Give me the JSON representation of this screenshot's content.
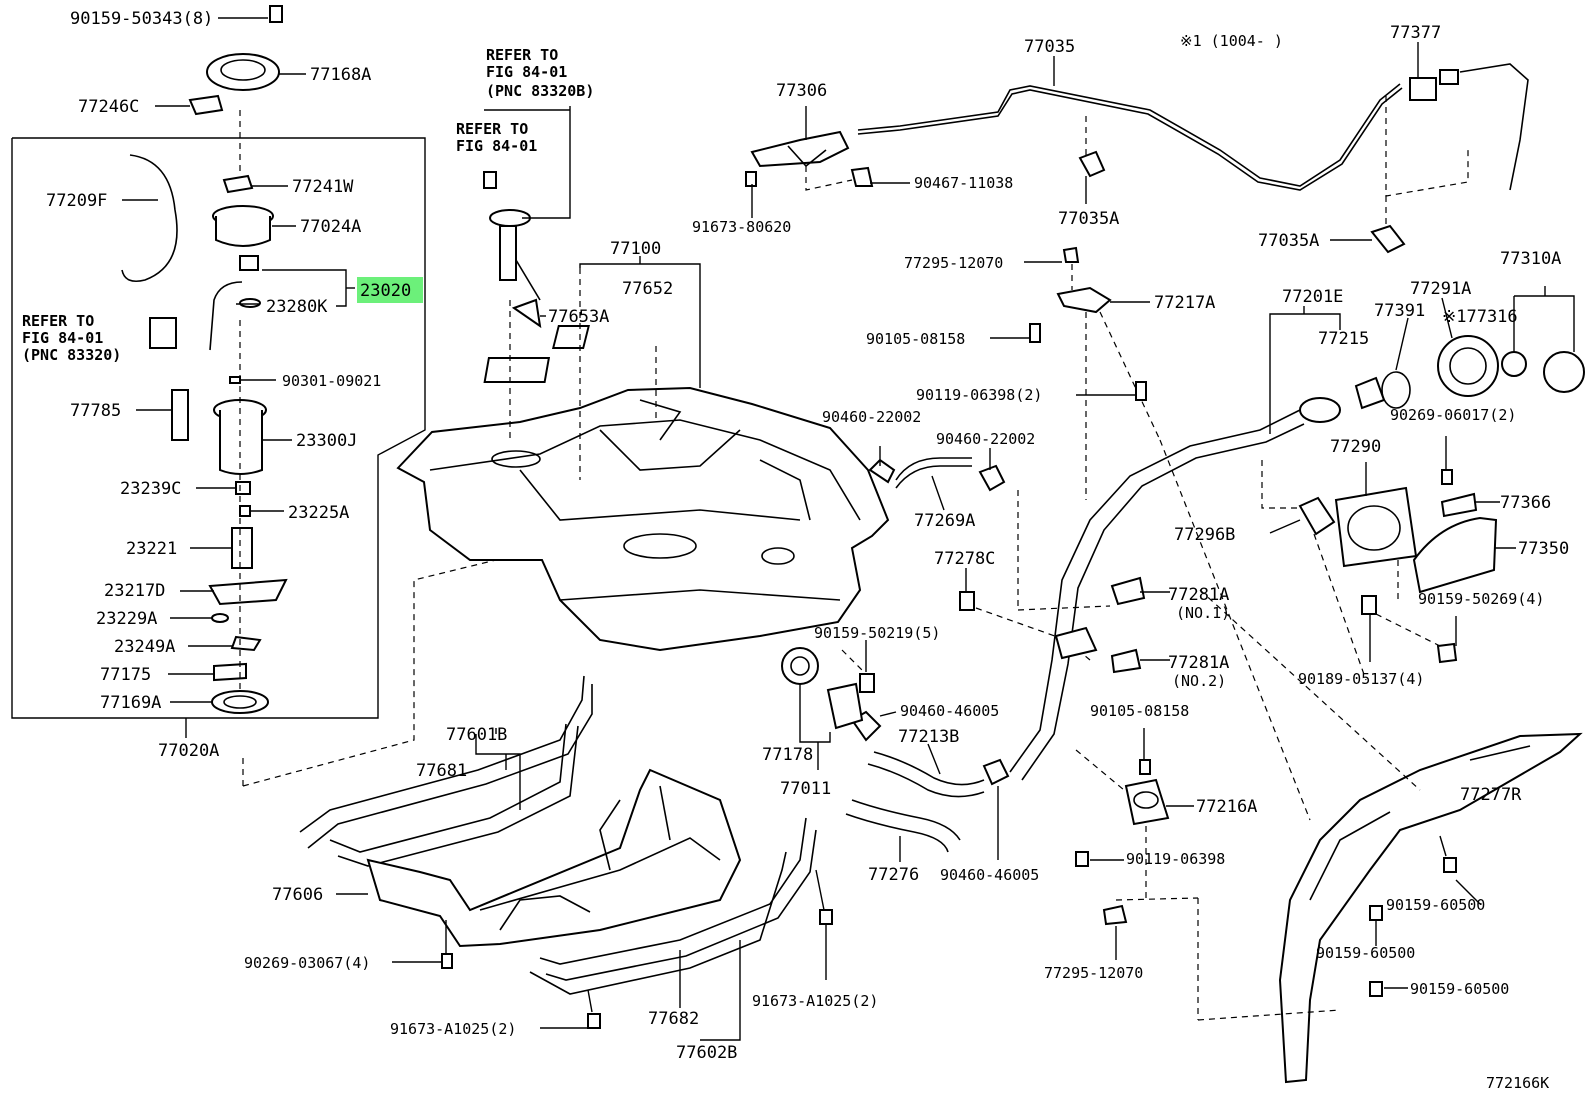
{
  "diagram": {
    "figure_id": "772166K",
    "note": "※1 (1004-      )",
    "highlight_color": "#6cf07a",
    "references": [
      [
        "REFER TO",
        "FIG 84-01",
        "(PNC 83320B)"
      ],
      [
        "REFER TO",
        "FIG 84-01"
      ],
      [
        "REFER TO",
        "FIG 84-01",
        "(PNC 83320)"
      ]
    ],
    "labels": {
      "p90159_50343": "90159-50343(8)",
      "p77168A": "77168A",
      "p77246C": "77246C",
      "p77209F": "77209F",
      "p77241W": "77241W",
      "p77024A": "77024A",
      "p23020": "23020",
      "p23280K": "23280K",
      "p90301_09021": "90301-09021",
      "p77785": "77785",
      "p23300J": "23300J",
      "p23239C": "23239C",
      "p23225A": "23225A",
      "p23221": "23221",
      "p23217D": "23217D",
      "p23229A": "23229A",
      "p23249A": "23249A",
      "p77175": "77175",
      "p77169A": "77169A",
      "p77020A": "77020A",
      "p77100": "77100",
      "p77652": "77652",
      "p77653A": "77653A",
      "p77306": "77306",
      "p91673_80620": "91673-80620",
      "p90467_11038": "90467-11038",
      "p77035": "77035",
      "p77035A_1": "77035A",
      "p77035A_2": "77035A",
      "p77377": "77377",
      "p77295_12070_1": "77295-12070",
      "p77217A": "77217A",
      "p90105_08158_1": "90105-08158",
      "p90119_06398_2": "90119-06398(2)",
      "p90460_22002_1": "90460-22002",
      "p90460_22002_2": "90460-22002",
      "p77269A": "77269A",
      "p77278C": "77278C",
      "p77281A_1": "77281A",
      "p no1": "(NO.1)",
      "p77281A_2": "77281A",
      "pno2": "(NO.2)",
      "p90159_50219": "90159-50219(5)",
      "p90460_46005_1": "90460-46005",
      "p77213B": "77213B",
      "p77178": "77178",
      "p77011": "77011",
      "p77276": "77276",
      "p90460_46005_2": "90460-46005",
      "p90105_08158_2": "90105-08158",
      "p77216A": "77216A",
      "p90119_06398": "90119-06398",
      "p77295_12070_2": "77295-12070",
      "p77201E": "77201E",
      "p77215": "77215",
      "p77391": "77391",
      "p77291A": "77291A",
      "p77310A": "77310A",
      "p77316": "※177316",
      "p90269_06017": "90269-06017(2)",
      "p77290": "77290",
      "p77366": "77366",
      "p77296B": "77296B",
      "p77350": "77350",
      "p90159_50269": "90159-50269(4)",
      "p90189_05137": "90189-05137(4)",
      "p77277R": "77277R",
      "p90159_60500_1": "90159-60500",
      "p90159_60500_2": "90159-60500",
      "p90159_60500_3": "90159-60500",
      "p77601B": "77601B",
      "p77681": "77681",
      "p77606": "77606",
      "p90269_03067": "90269-03067(4)",
      "p91673_A1025_1": "91673-A1025(2)",
      "p91673_A1025_2": "91673-A1025(2)",
      "p77682": "77682",
      "p77602B": "77602B"
    }
  }
}
